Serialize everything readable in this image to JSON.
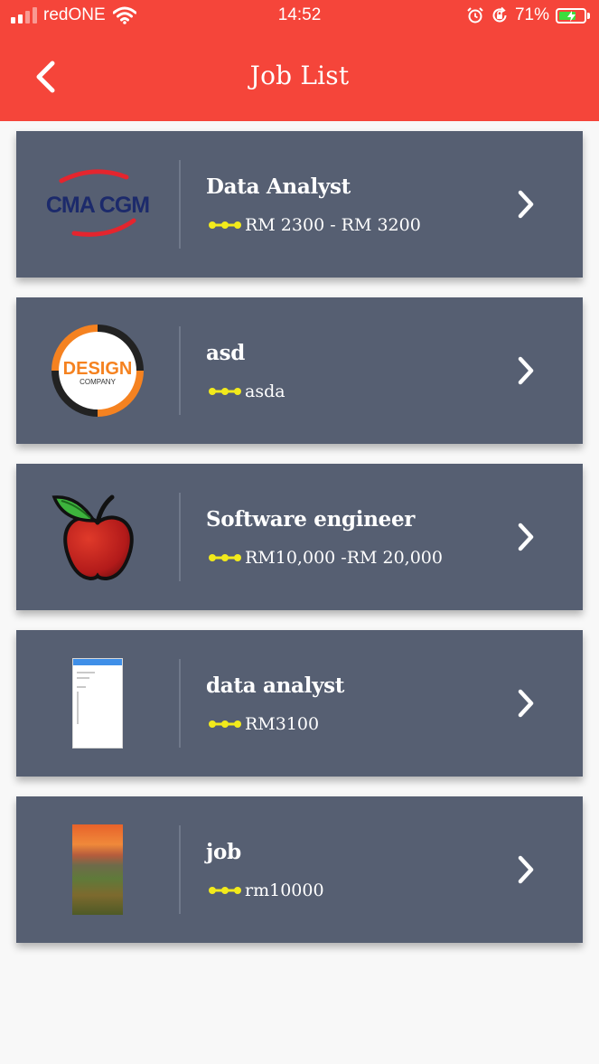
{
  "status_bar": {
    "carrier": "redONE",
    "time": "14:52",
    "battery_percent": "71%",
    "battery_level": 0.71,
    "icons": [
      "signal-icon",
      "wifi-icon",
      "alarm-icon",
      "rotation-lock-icon",
      "battery-charging-icon"
    ]
  },
  "app_bar": {
    "title": "Job List",
    "back_icon": "chevron-left-icon"
  },
  "colors": {
    "primary": "#f5453a",
    "card": "#565f72",
    "salary_dots": "#f2ea1b",
    "background": "#f8f8f8"
  },
  "jobs": [
    {
      "title": "Data Analyst",
      "salary": "RM 2300 - RM 3200",
      "logo": "cma-cgm-logo",
      "logo_text": "CMA CGM"
    },
    {
      "title": "asd",
      "salary": "asda",
      "logo": "design-company-logo",
      "logo_text": "DESIGN COMPANY"
    },
    {
      "title": "Software engineer",
      "salary": "RM10,000 -RM 20,000",
      "logo": "apple-logo",
      "logo_text": ""
    },
    {
      "title": "data analyst",
      "salary": "RM3100",
      "logo": "screenshot-thumbnail",
      "logo_text": ""
    },
    {
      "title": "job",
      "salary": "rm10000",
      "logo": "landscape-photo-thumbnail",
      "logo_text": ""
    }
  ]
}
